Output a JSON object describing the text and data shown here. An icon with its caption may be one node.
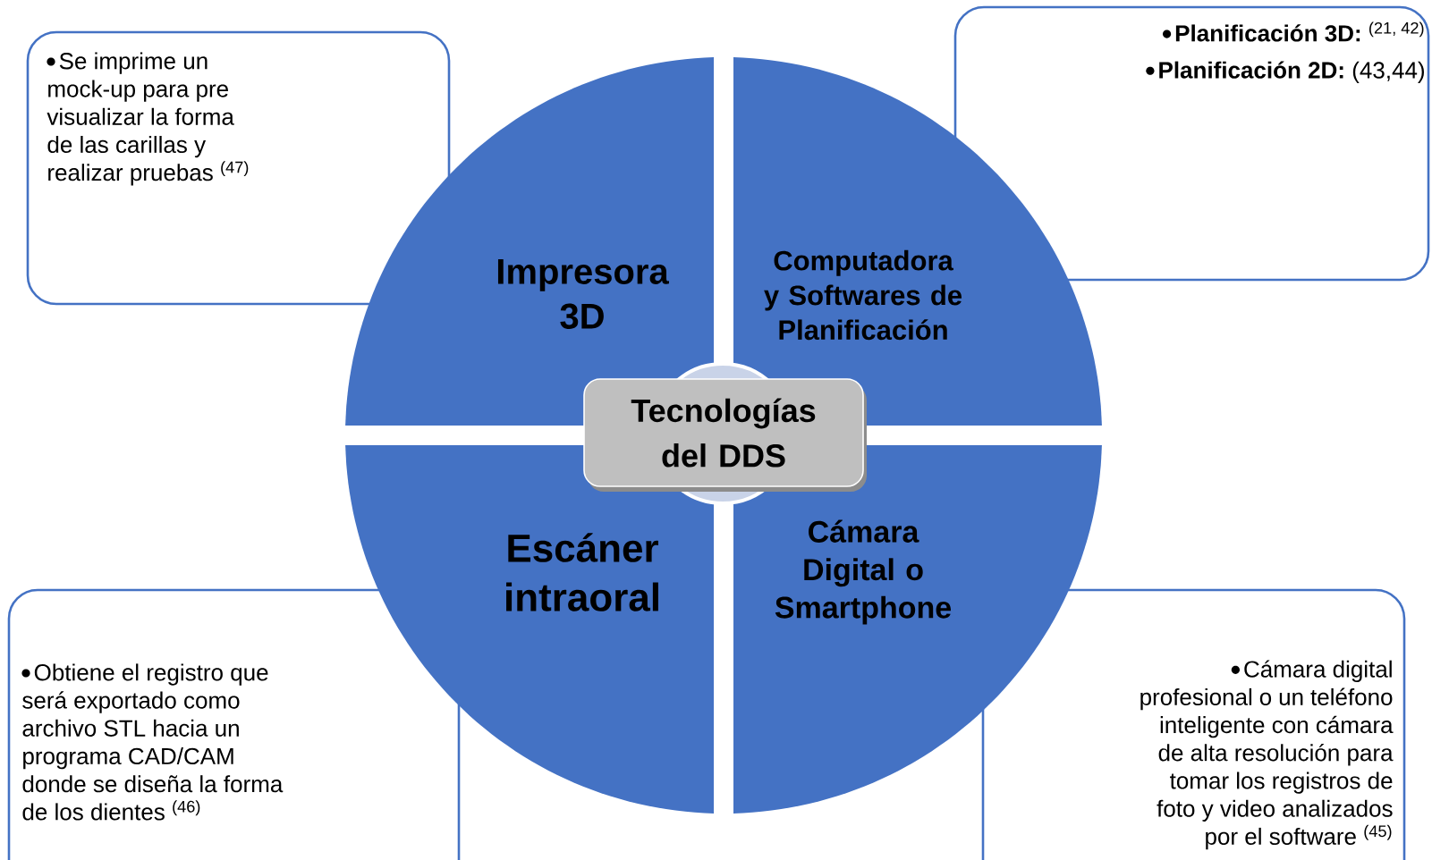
{
  "diagram": {
    "nodes": [
      {
        "text": [
          "Impresora 3D"
        ]
      },
      {
        "text": [
          "Computadora y Softwares de Planificación"
        ]
      },
      {
        "text": [
          "Escáner intraoral"
        ]
      },
      {
        "text": [
          "Cámara Digital  o Smartphone"
        ]
      },
      {
        "text": [
          "Tecnologías del DDS"
        ]
      },
      {
        "text": [
          "Se imprime un mock-up para pre visualizar la forma de las carillas y realizar pruebas $^{(47)}$"
        ]
      },
      {
        "text": [
          "**Planificación 3D:** $^{(21, 42)}$",
          "**Planificación 2D:** (43,44)"
        ]
      },
      {
        "text": [
          "Obtiene el registro que será exportado como archivo STL hacia un programa CAD/CAM donde se diseña la forma de los dientes $^{(46)}$"
        ]
      },
      {
        "text": [
          "Cámara digital profesional o un teléfono inteligente con cámara de alta resolución para tomar los registros de foto y video analizados por el software $^{(45)}$"
        ]
      }
    ]
  }
}
